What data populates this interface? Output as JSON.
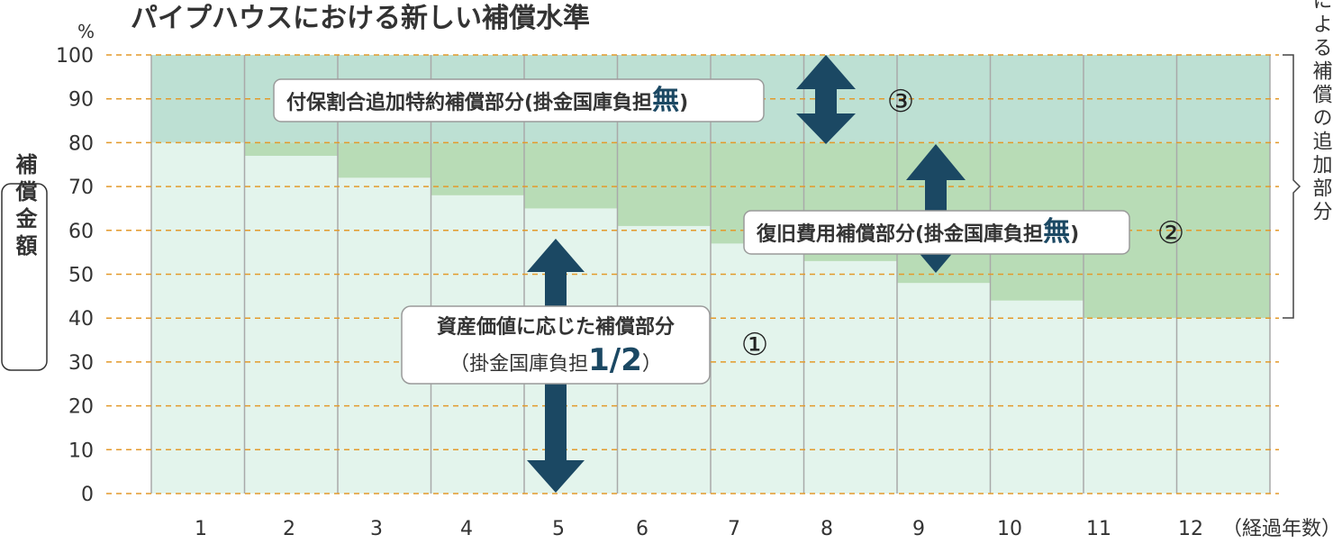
{
  "chart_data": {
    "type": "bar",
    "title": "パイプハウスにおける新しい補償水準",
    "y_unit": "%",
    "ylabel": "補償金額",
    "xlabel": "（経過年数）",
    "ylim": [
      0,
      100
    ],
    "yticks": [
      0,
      10,
      20,
      30,
      40,
      50,
      60,
      70,
      80,
      90,
      100
    ],
    "categories": [
      "1",
      "2",
      "3",
      "4",
      "5",
      "6",
      "7",
      "8",
      "9",
      "10",
      "11",
      "12"
    ],
    "series": [
      {
        "key": "asset",
        "values": [
          80,
          77,
          72,
          68,
          65,
          61,
          57,
          53,
          48,
          44,
          40,
          40
        ]
      },
      {
        "key": "restore",
        "values": [
          0,
          3,
          8,
          12,
          15,
          19,
          23,
          27,
          32,
          36,
          40,
          40
        ]
      },
      {
        "key": "special",
        "values": [
          20,
          20,
          20,
          20,
          20,
          20,
          20,
          20,
          20,
          20,
          20,
          20
        ]
      }
    ],
    "colors": {
      "asset": "#e3f4ec",
      "restore": "#b8dcb6",
      "special": "#bde0d3",
      "grid": "#e39a2b",
      "arrow": "#1b4863",
      "divider": "#a9a9a9"
    },
    "annotations": {
      "a3": {
        "text": "付保割合追加特約補償部分(掛金国庫負担",
        "emph": "無",
        "close": ")",
        "marker": "③"
      },
      "a2": {
        "text": "復旧費用補償部分(掛金国庫負担",
        "emph": "無",
        "close": ")",
        "marker": "②"
      },
      "a1": {
        "line1": "資産価値に応じた補償部分",
        "line2": "（掛金国庫負担",
        "emph": "1/2",
        "close": "）",
        "marker": "①"
      }
    },
    "side_label": "加入者選択による補償の追加部分"
  }
}
